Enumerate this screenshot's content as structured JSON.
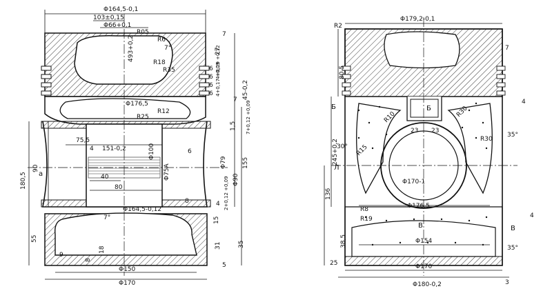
{
  "left_view": {
    "dimensions": {
      "top_diameter": "Φ164,5-0,1",
      "bowl_offset": "103±0,15",
      "bowl_diameter": "Φ66+0,1",
      "radius_r05": "R05",
      "radius_r6": "R6",
      "angle_7": "7°",
      "radius_r18": "R18",
      "radius_r35": "R35",
      "height_493": "493+0,2",
      "height_27": "27",
      "ring_groove_1": "4+0,19 +0,12",
      "ring_groove_2": "4+0,17 +0,09",
      "ring_width_a": "6",
      "ring_width_b": "6",
      "ring_width_c": "6",
      "ring_width_d": "6",
      "height_45": "45-0,2",
      "inner_diameter": "Φ176,5",
      "radius_r25": "R25",
      "radius_r12": "R12",
      "height_15": "1,5",
      "groove_dim": "7+0,12 +0,09",
      "len_75_5": "75,5",
      "len_151": "151-0,2",
      "len_6": "6",
      "pin_dia_100": "Φ100",
      "pin_dia_79": "Φ79",
      "height_155": "155",
      "height_90": "90",
      "height_180_5": "180,5",
      "pin_dia_75a": "Φ75А",
      "len_40": "40",
      "len_80": "80",
      "pin_dia_90": "Φ90",
      "tol_8": "8",
      "tol_4": "4",
      "groove_2_side": "2+0,12 +0,09",
      "skirt_diameter": "Φ164,5-0,12",
      "angle_7b": "7°",
      "height_55": "55",
      "height_15b": "15",
      "height_31": "31",
      "height_35": "35",
      "len_18": "18",
      "len_8": "8",
      "bottom_diameter": "Φ150",
      "outer_diameter": "Φ170",
      "roughness_9": "9",
      "roughness_5": "5",
      "roughness_4": "4",
      "roughness_7": "7",
      "roughness_a": "7",
      "letter_a": "а"
    }
  },
  "right_view": {
    "dimensions": {
      "radius_r2": "R2",
      "top_diameter": "Φ179,2-0,1",
      "height_80_5": "80,5",
      "radius_r30a": "R30",
      "radius_r10": "R10",
      "width_23a": "23",
      "width_23b": "23",
      "section_b_top": "Б",
      "section_b_right": "Б",
      "height_245": "245+0,2",
      "angle_30": "30°",
      "radius_r15": "R15",
      "radius_r30b": "R30",
      "angle_35": "35°",
      "label_l": "Л",
      "bore_diameter": "Φ170-1",
      "height_136": "136",
      "skirt_dia": "Φ176,5",
      "radius_rb": "R8",
      "radius_r19": "R19",
      "label_b": "В",
      "label_b_right": "В",
      "angle_35b": "35°",
      "height_38_5": "38,5",
      "inner_154": "Φ154",
      "bottom_170": "Φ170",
      "bottom_180": "Φ180-0,2",
      "height_25": "25",
      "roughness_7": "7",
      "roughness_4": "4",
      "roughness_4b": "4",
      "roughness_3": "3"
    }
  }
}
